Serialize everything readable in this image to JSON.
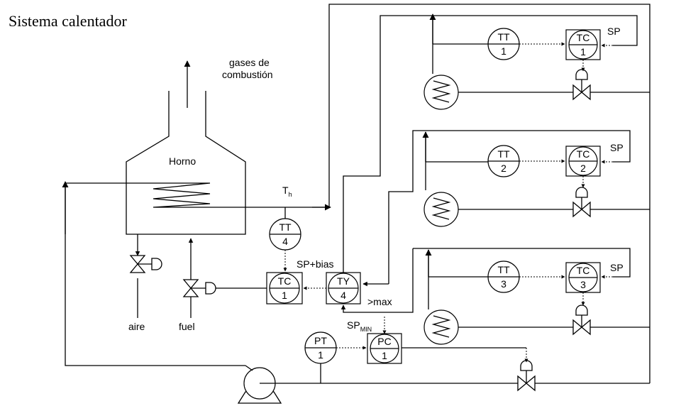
{
  "title": "Sistema calentador",
  "furnace": {
    "label": "Horno",
    "gas_label_1": "gases de",
    "gas_label_2": "combustión",
    "outlet_temp": {
      "main": "T",
      "sub": "h"
    },
    "air_label": "aire",
    "fuel_label": "fuel"
  },
  "instruments": {
    "tt4": {
      "code": "TT",
      "num": "4"
    },
    "tc_main": {
      "code": "TC",
      "num": "1"
    },
    "ty4": {
      "code": "TY",
      "num": "4"
    },
    "pt1": {
      "code": "PT",
      "num": "1"
    },
    "pc1": {
      "code": "PC",
      "num": "1"
    },
    "tt1": {
      "code": "TT",
      "num": "1"
    },
    "tc1": {
      "code": "TC",
      "num": "1"
    },
    "tt2": {
      "code": "TT",
      "num": "2"
    },
    "tc2": {
      "code": "TC",
      "num": "2"
    },
    "tt3": {
      "code": "TT",
      "num": "3"
    },
    "tc3": {
      "code": "TC",
      "num": "3"
    }
  },
  "labels": {
    "sp_bias": "SP+bias",
    "max": ">max",
    "sp_min": {
      "main": "SP",
      "sub": "MIN"
    },
    "sp1": "SP",
    "sp2": "SP",
    "sp3": "SP"
  }
}
